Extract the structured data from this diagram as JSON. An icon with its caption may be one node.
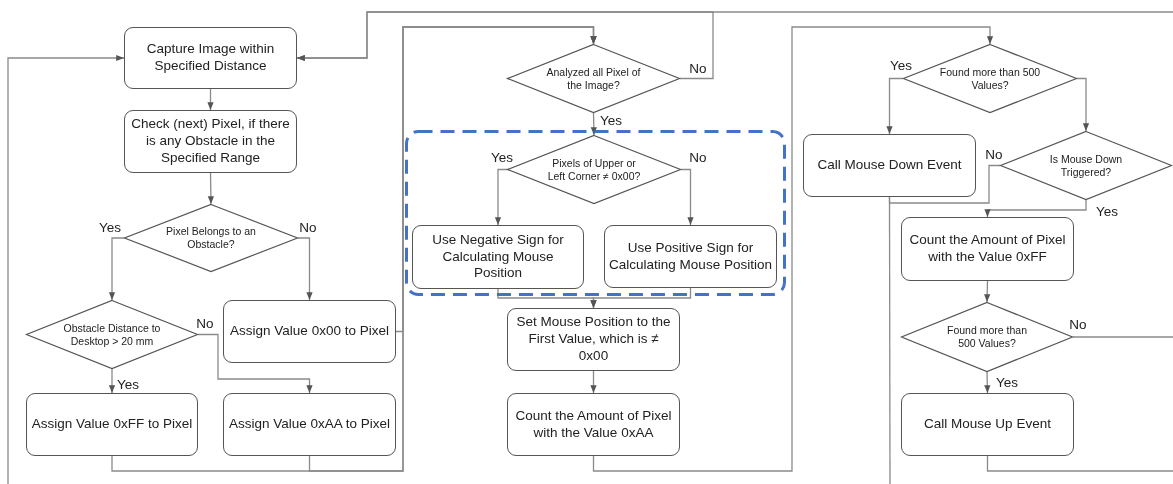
{
  "diagram": {
    "nodes": [
      {
        "text": [
          "Capture Image within Specified Distance"
        ]
      },
      {
        "text": [
          "Check (next) Pixel, if there is any Obstacle in the Specified Range"
        ]
      },
      {
        "text": [
          "Pixel Belongs to an Obstacle?"
        ]
      },
      {
        "text": [
          "Obstacle Distance to Desktop > 20 mm"
        ]
      },
      {
        "text": [
          "Assign Value 0x00 to Pixel"
        ]
      },
      {
        "text": [
          "Assign Value 0xFF to Pixel"
        ]
      },
      {
        "text": [
          "Assign Value 0xAA to Pixel"
        ]
      },
      {
        "text": [
          "Analyzed all Pixel of the Image?"
        ]
      },
      {
        "text": [],
        "shape": "box"
      },
      {
        "text": [
          "Pixels of Upper or Left Corner ≠ 0x00?"
        ],
        "in": 8
      },
      {
        "text": [
          "Use Negative Sign for Calculating Mouse Position"
        ],
        "in": 8
      },
      {
        "text": [
          "Use Positive Sign for Calculating Mouse Position"
        ],
        "in": 8
      },
      {
        "text": [
          "Set Mouse Position to the First Value, which is ≠ 0x00"
        ]
      },
      {
        "text": [
          "Count the Amount of Pixel with the Value 0xAA"
        ]
      },
      {
        "text": [
          "Found more than 500 Values?"
        ]
      },
      {
        "text": [
          "Call Mouse Down Event"
        ]
      },
      {
        "text": [
          "Is Mouse Down Triggered?"
        ]
      },
      {
        "text": [
          "Count the Amount of Pixel with the Value 0xFF"
        ]
      },
      {
        "text": [
          "Found more than 500 Values?"
        ]
      },
      {
        "text": [
          "Call Mouse Up Event"
        ]
      }
    ],
    "edges": [
      {
        "from": 0,
        "to": 1,
        "arrow": "to"
      },
      {
        "from": 1,
        "to": 2,
        "arrow": "to"
      },
      {
        "from": 2,
        "to": 3,
        "arrow": "to",
        "label": "Yes"
      },
      {
        "from": 2,
        "to": 4,
        "arrow": "to",
        "label": "No"
      },
      {
        "from": 3,
        "to": 5,
        "arrow": "to",
        "label": "Yes"
      },
      {
        "from": 3,
        "to": 6,
        "arrow": "to",
        "label": "No"
      },
      {
        "from": 4,
        "to": 7,
        "arrow": "to"
      },
      {
        "from": 5,
        "to": 7,
        "arrow": "to"
      },
      {
        "from": 6,
        "to": 7,
        "arrow": "to"
      },
      {
        "from": 7,
        "to": 0,
        "arrow": "to",
        "label": "No"
      },
      {
        "from": null,
        "to": 0,
        "arrow": "to"
      },
      {
        "from": 7,
        "to": 9,
        "arrow": "to",
        "label": "Yes"
      },
      {
        "from": 9,
        "to": 10,
        "arrow": "to",
        "label": "Yes"
      },
      {
        "from": 9,
        "to": 11,
        "arrow": "to",
        "label": "No"
      },
      {
        "from": 10,
        "to": 12,
        "arrow": "to"
      },
      {
        "from": 11,
        "to": 12,
        "arrow": "to"
      },
      {
        "from": 12,
        "to": 13,
        "arrow": "to"
      },
      {
        "from": 13,
        "to": 14,
        "arrow": "to"
      },
      {
        "from": 14,
        "to": 15,
        "arrow": "to",
        "label": "Yes"
      },
      {
        "from": 14,
        "to": 16,
        "arrow": "to"
      },
      {
        "from": 16,
        "to": 15,
        "arrow": "none",
        "label": "No"
      },
      {
        "from": 15,
        "to": null,
        "arrow": "none"
      },
      {
        "from": null,
        "to": 0,
        "arrow": "to"
      },
      {
        "from": 16,
        "to": 17,
        "arrow": "to",
        "label": "Yes"
      },
      {
        "from": 17,
        "to": 18,
        "arrow": "to"
      },
      {
        "from": 18,
        "to": 19,
        "arrow": "to",
        "label": "Yes"
      },
      {
        "from": 18,
        "to": null,
        "arrow": "none",
        "label": "No"
      },
      {
        "from": 19,
        "to": null,
        "arrow": "none"
      }
    ]
  }
}
